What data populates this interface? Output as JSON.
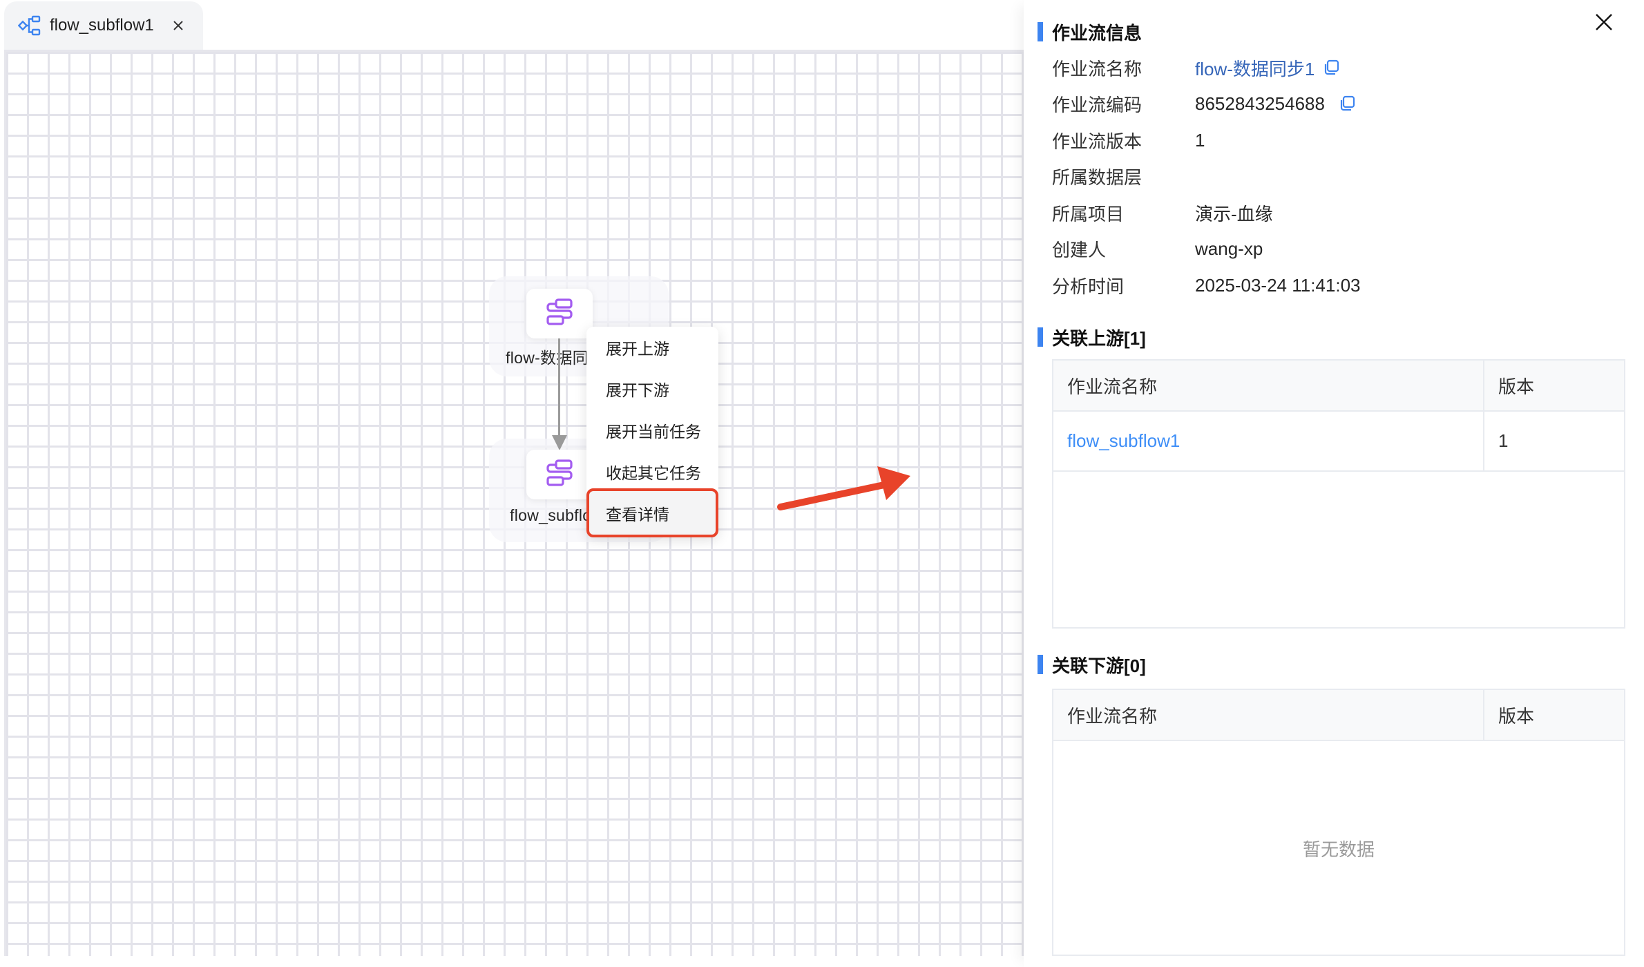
{
  "tab": {
    "icon": "flow-tree-icon",
    "label": "flow_subflow1",
    "close_icon": "close-icon"
  },
  "canvas": {
    "nodes": [
      {
        "label": "flow-数据同步1",
        "visible_label": "flow-数据同",
        "icon": "workflow-node-icon"
      },
      {
        "label": "flow_subflow1",
        "visible_label": "flow_subflo",
        "icon": "workflow-node-icon"
      }
    ],
    "edge": {
      "from": "flow-数据同步1",
      "to": "flow_subflow1"
    },
    "context_menu": {
      "items": [
        {
          "label": "展开上游"
        },
        {
          "label": "展开下游"
        },
        {
          "label": "展开当前任务"
        },
        {
          "label": "收起其它任务"
        },
        {
          "label": "查看详情",
          "highlighted": true
        }
      ]
    },
    "annotation_arrow_color": "#e8432a"
  },
  "panel": {
    "close_icon": "close-icon",
    "info_section": {
      "title": "作业流信息",
      "rows": [
        {
          "label": "作业流名称",
          "value": "flow-数据同步1",
          "copyable": true,
          "link": true
        },
        {
          "label": "作业流编码",
          "value": "8652843254688",
          "copyable": true
        },
        {
          "label": "作业流版本",
          "value": "1"
        },
        {
          "label": "所属数据层",
          "value": ""
        },
        {
          "label": "所属项目",
          "value": "演示-血缘"
        },
        {
          "label": "创建人",
          "value": "wang-xp"
        },
        {
          "label": "分析时间",
          "value": "2025-03-24 11:41:03"
        }
      ]
    },
    "upstream": {
      "title": "关联上游[1]",
      "columns": [
        "作业流名称",
        "版本"
      ],
      "rows": [
        {
          "name": "flow_subflow1",
          "version": "1"
        }
      ]
    },
    "downstream": {
      "title": "关联下游[0]",
      "columns": [
        "作业流名称",
        "版本"
      ],
      "rows": [],
      "empty_text": "暂无数据"
    }
  },
  "colors": {
    "accent_blue": "#3d84f0",
    "link_blue": "#3e8ef7",
    "node_purple": "#a35cf0",
    "highlight_red": "#e8432a"
  }
}
